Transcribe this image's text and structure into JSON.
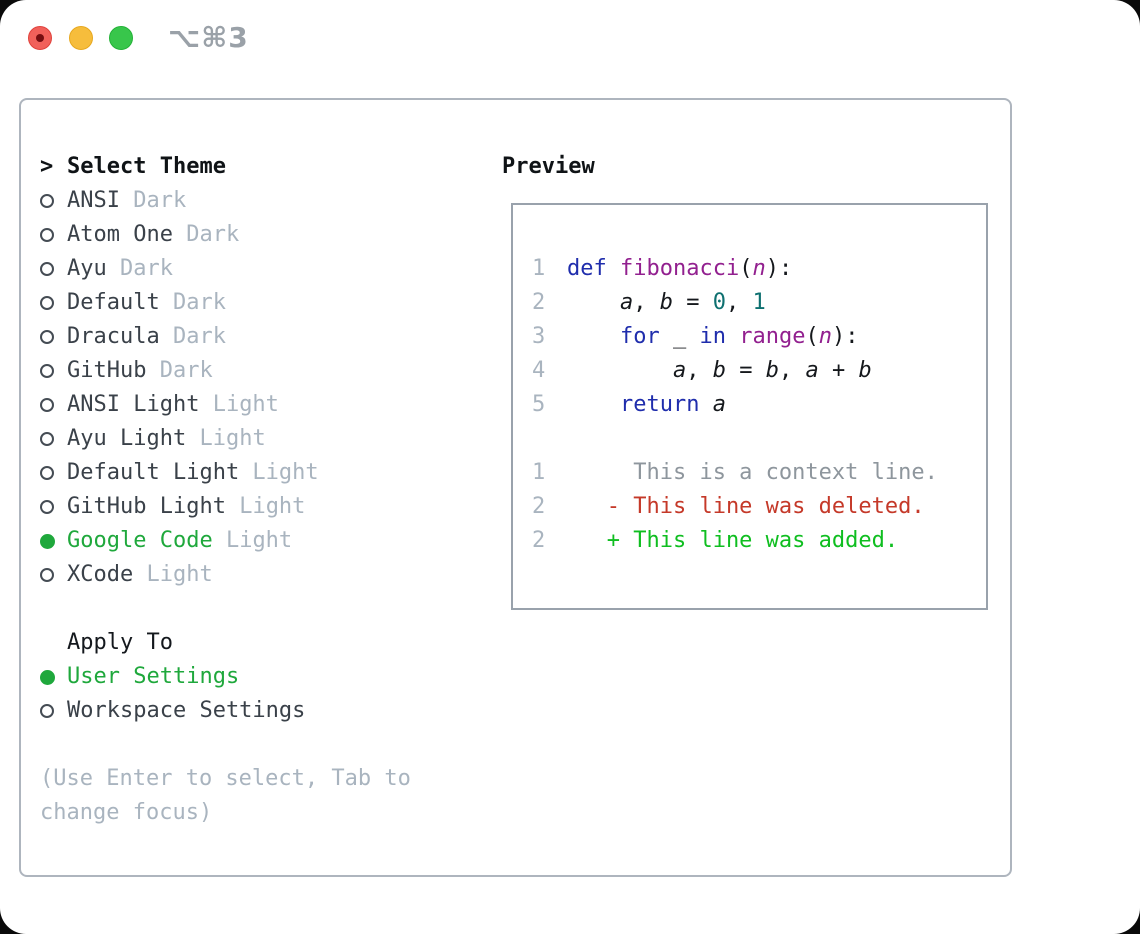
{
  "titlebar": {
    "shortcut": "⌥⌘3"
  },
  "colors": {
    "selected_green": "#1fa83c",
    "muted_gray": "#a9b4bf",
    "keyword_blue": "#1f2dac",
    "function_purple": "#92208f",
    "number_teal": "#0e7070",
    "diff_deleted_red": "#c53929",
    "diff_added_green": "#0fbe20",
    "traffic_red": "#f1605a",
    "traffic_yellow": "#f6bd3c",
    "traffic_green": "#38c64b"
  },
  "theme_panel": {
    "header": {
      "prefix": ">",
      "label": "Select Theme"
    },
    "themes": [
      {
        "name": "ANSI",
        "variant": "Dark",
        "selected": false
      },
      {
        "name": "Atom One",
        "variant": "Dark",
        "selected": false
      },
      {
        "name": "Ayu",
        "variant": "Dark",
        "selected": false
      },
      {
        "name": "Default",
        "variant": "Dark",
        "selected": false
      },
      {
        "name": "Dracula",
        "variant": "Dark",
        "selected": false
      },
      {
        "name": "GitHub",
        "variant": "Dark",
        "selected": false
      },
      {
        "name": "ANSI Light",
        "variant": "Light",
        "selected": false
      },
      {
        "name": "Ayu Light",
        "variant": "Light",
        "selected": false
      },
      {
        "name": "Default Light",
        "variant": "Light",
        "selected": false
      },
      {
        "name": "GitHub Light",
        "variant": "Light",
        "selected": false
      },
      {
        "name": "Google Code",
        "variant": "Light",
        "selected": true
      },
      {
        "name": "XCode",
        "variant": "Light",
        "selected": false
      }
    ],
    "apply_to": {
      "label": "Apply To",
      "options": [
        {
          "name": "User Settings",
          "selected": true
        },
        {
          "name": "Workspace Settings",
          "selected": false
        }
      ]
    },
    "help_text": "(Use Enter to select, Tab to change focus)"
  },
  "preview": {
    "label": "Preview",
    "code_lines": [
      {
        "num": "1",
        "tokens": [
          {
            "t": "def ",
            "c": "kw"
          },
          {
            "t": "fibonacci",
            "c": "fn"
          },
          {
            "t": "(",
            "c": "pl"
          },
          {
            "t": "n",
            "c": "param"
          },
          {
            "t": "):",
            "c": "pl"
          }
        ]
      },
      {
        "num": "2",
        "tokens": [
          {
            "t": "    ",
            "c": "pl"
          },
          {
            "t": "a",
            "c": "var"
          },
          {
            "t": ", ",
            "c": "pl"
          },
          {
            "t": "b",
            "c": "var"
          },
          {
            "t": " = ",
            "c": "pl"
          },
          {
            "t": "0",
            "c": "num"
          },
          {
            "t": ", ",
            "c": "pl"
          },
          {
            "t": "1",
            "c": "num"
          }
        ]
      },
      {
        "num": "3",
        "tokens": [
          {
            "t": "    ",
            "c": "pl"
          },
          {
            "t": "for",
            "c": "kw"
          },
          {
            "t": " _ ",
            "c": "pl"
          },
          {
            "t": "in",
            "c": "kw"
          },
          {
            "t": " ",
            "c": "pl"
          },
          {
            "t": "range",
            "c": "fn"
          },
          {
            "t": "(",
            "c": "pl"
          },
          {
            "t": "n",
            "c": "param"
          },
          {
            "t": "):",
            "c": "pl"
          }
        ]
      },
      {
        "num": "4",
        "tokens": [
          {
            "t": "        ",
            "c": "pl"
          },
          {
            "t": "a",
            "c": "var"
          },
          {
            "t": ", ",
            "c": "pl"
          },
          {
            "t": "b",
            "c": "var"
          },
          {
            "t": " = ",
            "c": "pl"
          },
          {
            "t": "b",
            "c": "var"
          },
          {
            "t": ", ",
            "c": "pl"
          },
          {
            "t": "a",
            "c": "var"
          },
          {
            "t": " + ",
            "c": "pl"
          },
          {
            "t": "b",
            "c": "var"
          }
        ]
      },
      {
        "num": "5",
        "tokens": [
          {
            "t": "    ",
            "c": "pl"
          },
          {
            "t": "return",
            "c": "kw"
          },
          {
            "t": " ",
            "c": "pl"
          },
          {
            "t": "a",
            "c": "var"
          }
        ]
      },
      {
        "num": "",
        "tokens": []
      },
      {
        "num": "1",
        "tokens": [
          {
            "t": "     This is a context line.",
            "c": "ctx"
          }
        ]
      },
      {
        "num": "2",
        "tokens": [
          {
            "t": "   - This line was deleted.",
            "c": "del"
          }
        ]
      },
      {
        "num": "2",
        "tokens": [
          {
            "t": "   + This line was added.",
            "c": "add"
          }
        ]
      }
    ]
  }
}
